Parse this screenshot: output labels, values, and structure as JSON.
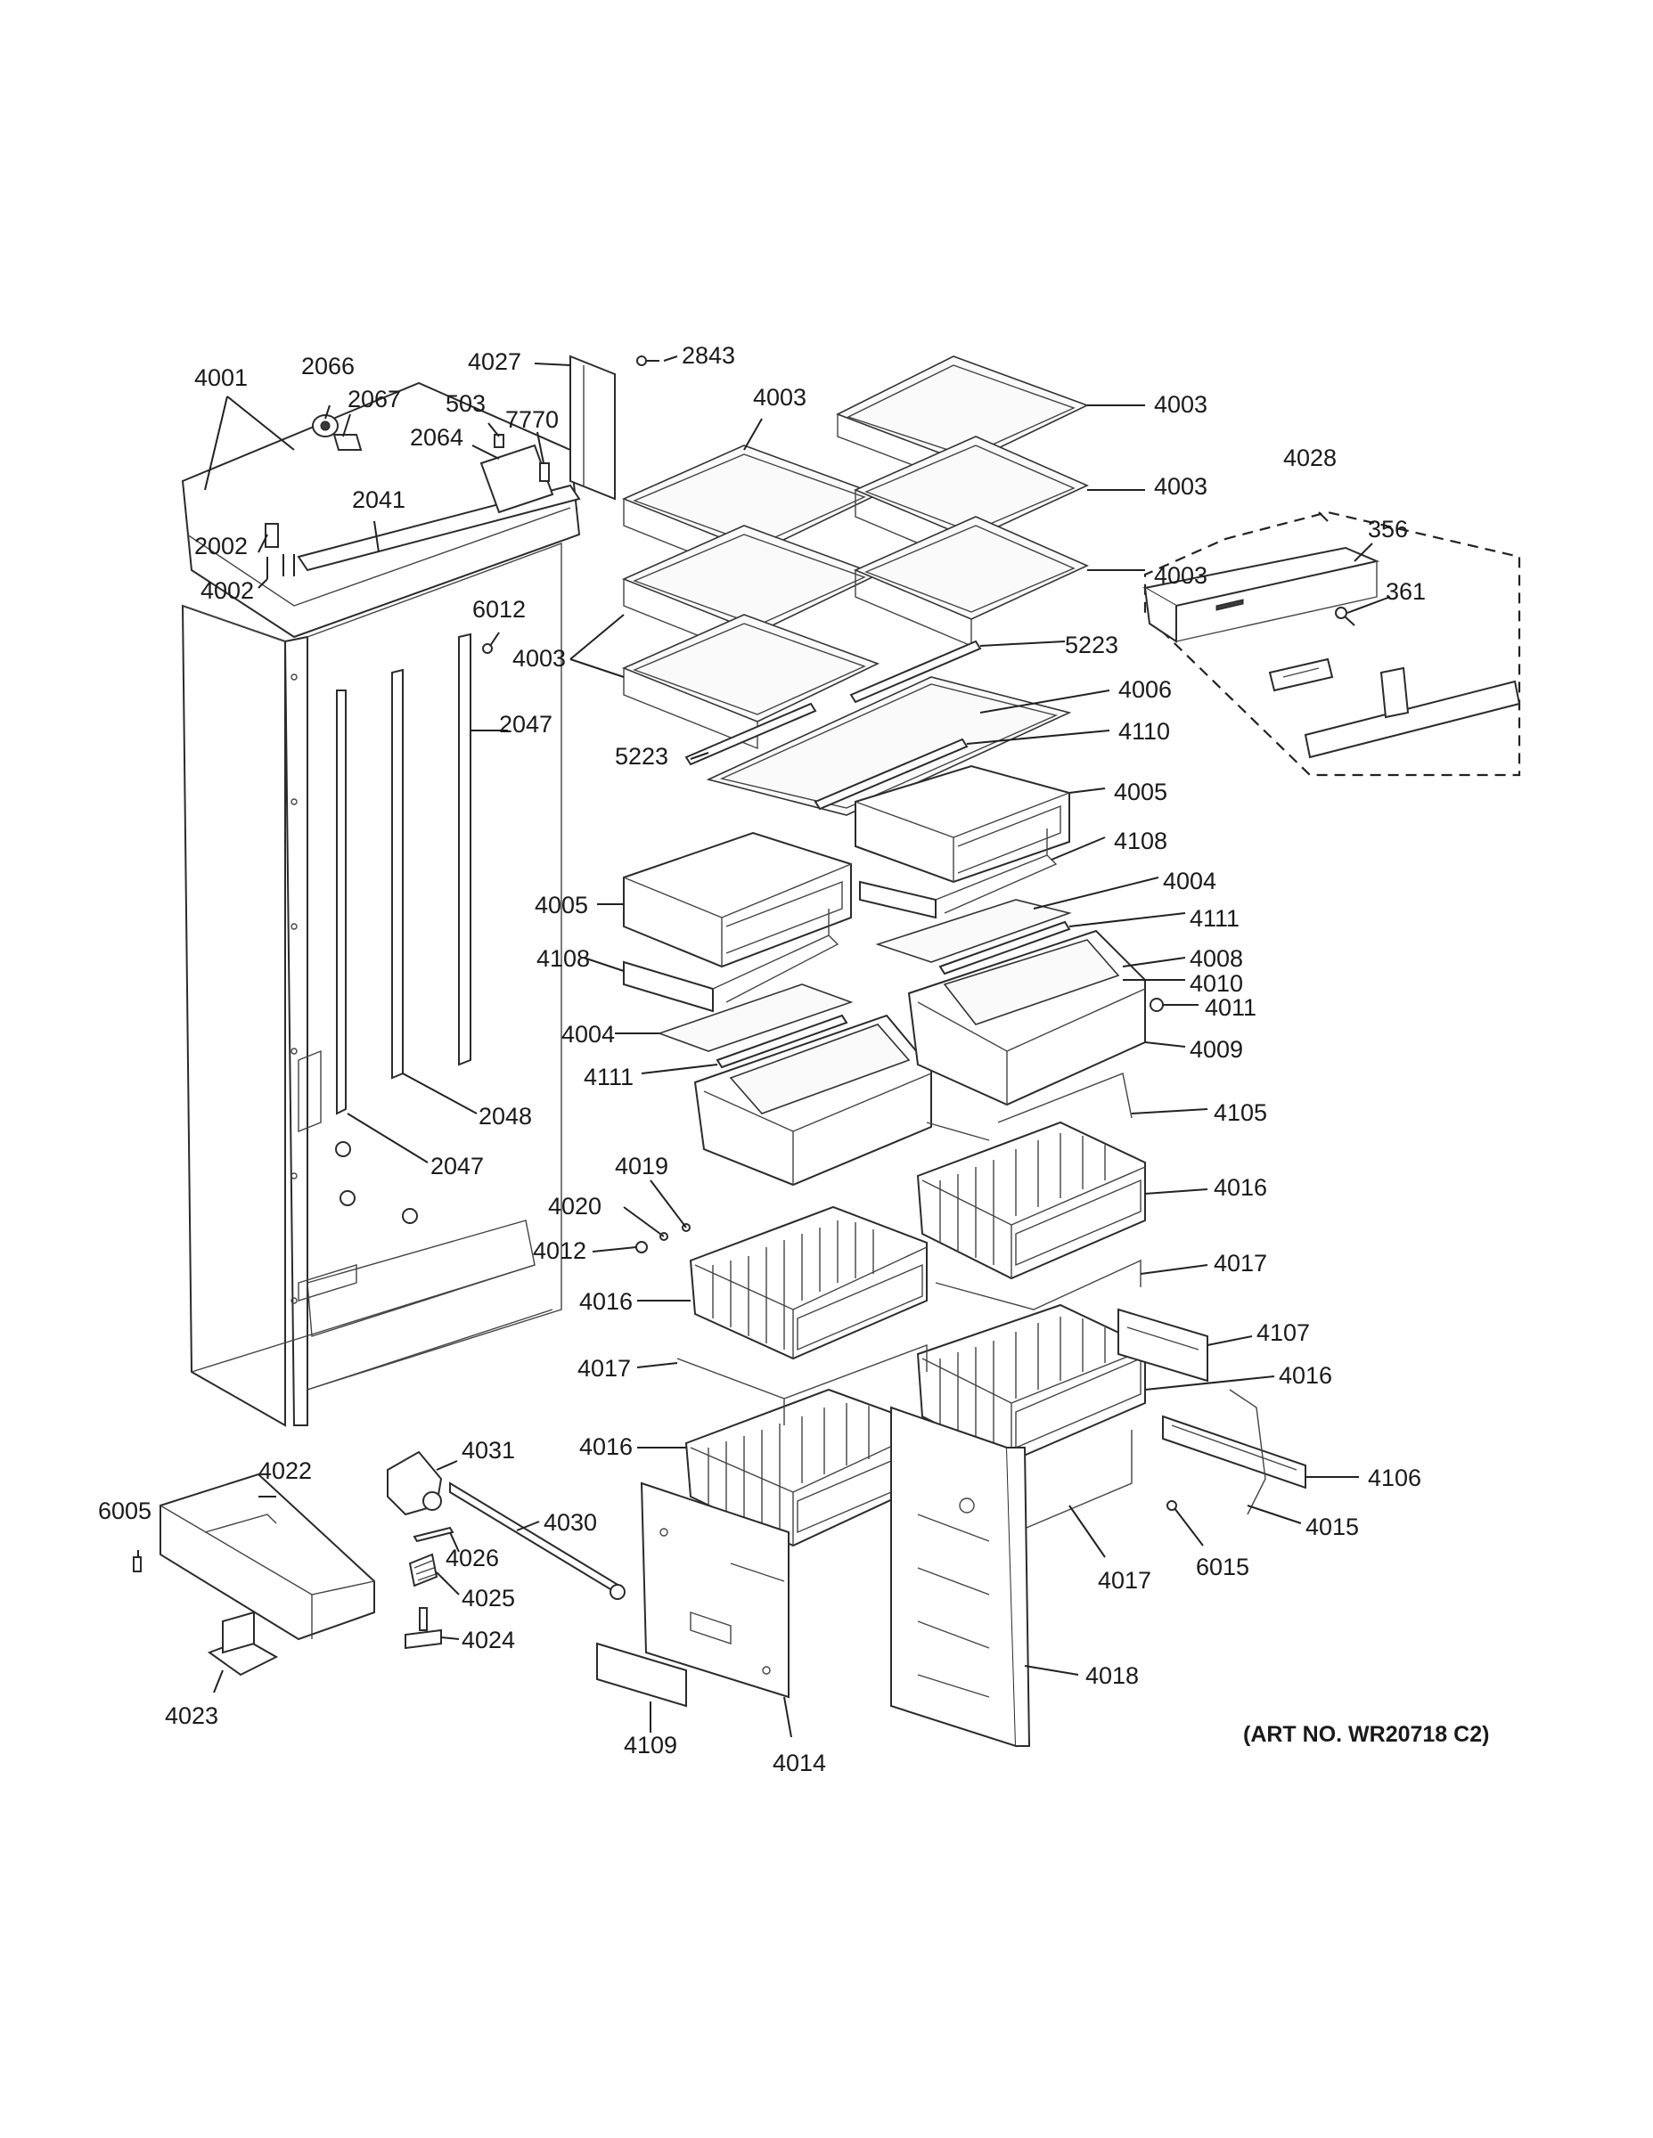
{
  "art_number": "(ART NO. WR20718 C2)",
  "callouts": {
    "c4001": "4001",
    "c2066": "2066",
    "c2067": "2067",
    "c4027": "4027",
    "c2843": "2843",
    "c503": "503",
    "c7770": "7770",
    "c2064": "2064",
    "c2041": "2041",
    "c2002": "2002",
    "c4002": "4002",
    "c6012": "6012",
    "c2047a": "2047",
    "c2047b": "2047",
    "c2048": "2048",
    "c4003a": "4003",
    "c4003b": "4003",
    "c4003c": "4003",
    "c4003d": "4003",
    "c4003e": "4003",
    "c5223a": "5223",
    "c5223b": "5223",
    "c4006": "4006",
    "c4110": "4110",
    "c4005a": "4005",
    "c4005b": "4005",
    "c4108a": "4108",
    "c4108b": "4108",
    "c4004a": "4004",
    "c4004b": "4004",
    "c4111a": "4111",
    "c4111b": "4111",
    "c4008": "4008",
    "c4010": "4010",
    "c4011": "4011",
    "c4009": "4009",
    "c4105": "4105",
    "c4019": "4019",
    "c4020": "4020",
    "c4012": "4012",
    "c4016a": "4016",
    "c4016b": "4016",
    "c4016c": "4016",
    "c4016d": "4016",
    "c4017a": "4017",
    "c4017b": "4017",
    "c4017c": "4017",
    "c4107": "4107",
    "c4106": "4106",
    "c4015": "4015",
    "c6015": "6015",
    "c4018": "4018",
    "c4014": "4014",
    "c4109": "4109",
    "c4028": "4028",
    "c356": "356",
    "c361": "361",
    "c4031": "4031",
    "c4030": "4030",
    "c4026": "4026",
    "c4025": "4025",
    "c4024": "4024",
    "c4022": "4022",
    "c6005": "6005",
    "c4023": "4023"
  }
}
